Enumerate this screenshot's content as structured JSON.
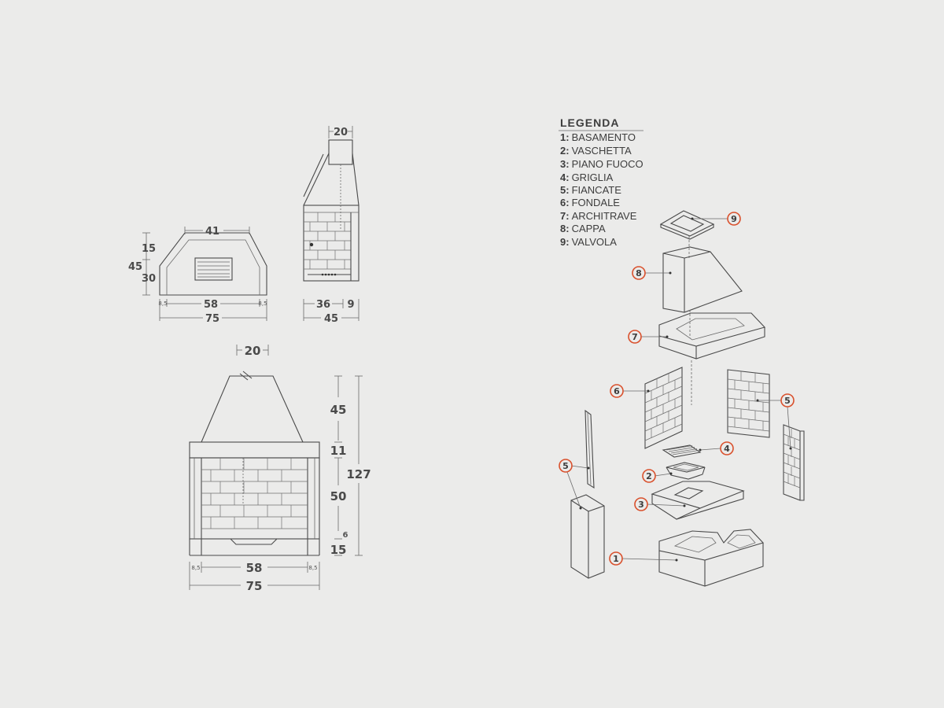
{
  "top_view": {
    "dims": {
      "a": "41",
      "b": "58",
      "c": "75",
      "d": "15",
      "e": "45",
      "f": "30",
      "g": "8,5",
      "h": "8,5"
    }
  },
  "side_view": {
    "dims": {
      "a": "20",
      "b": "36",
      "c": "9",
      "d": "45"
    }
  },
  "front_view": {
    "dims": {
      "top": "20",
      "hood": "45",
      "lintel": "11",
      "total": "127",
      "fire": "50",
      "step": "6",
      "base": "15",
      "inner": "58",
      "outer": "75",
      "left": "8,5",
      "right": "8,5"
    }
  },
  "legend": {
    "title": "LEGENDA",
    "items": [
      {
        "num": "1:",
        "label": "BASAMENTO"
      },
      {
        "num": "2:",
        "label": "VASCHETTA"
      },
      {
        "num": "3:",
        "label": "PIANO FUOCO"
      },
      {
        "num": "4:",
        "label": "GRIGLIA"
      },
      {
        "num": "5:",
        "label": "FIANCATE"
      },
      {
        "num": "6:",
        "label": "FONDALE"
      },
      {
        "num": "7:",
        "label": "ARCHITRAVE"
      },
      {
        "num": "8:",
        "label": "CAPPA"
      },
      {
        "num": "9:",
        "label": "VALVOLA"
      }
    ]
  },
  "callouts": {
    "c1": "1",
    "c2": "2",
    "c3": "3",
    "c4": "4",
    "c5a": "5",
    "c5b": "5",
    "c6": "6",
    "c7": "7",
    "c8": "8",
    "c9": "9"
  },
  "colors": {
    "background": "#ebebea",
    "line": "#4a4a4a",
    "accent": "#d9502c"
  }
}
